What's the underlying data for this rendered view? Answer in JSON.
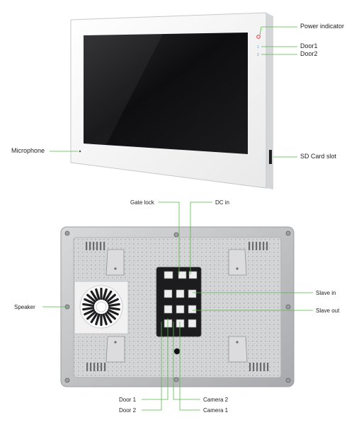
{
  "front_labels": {
    "power_indicator": "Power indicator",
    "door1": "Door1",
    "door2": "Door2",
    "microphone": "Microphone",
    "sd_card_slot": "SD Card slot"
  },
  "front_led_marks": {
    "door1": "1",
    "door2": "2"
  },
  "rear_labels": {
    "gate_lock": "Gate lock",
    "dc_in": "DC in",
    "speaker": "Speaker",
    "slave_in": "Slave in",
    "slave_out": "Slave out",
    "door_1": "Door 1",
    "door_2": "Door 2",
    "camera_2": "Camera 2",
    "camera_1": "Camera 1"
  },
  "colors": {
    "callout_line": "#57b947",
    "power_led": "#e2403a",
    "door_led": "#5aa0d8",
    "screen": "#141416",
    "bezel": "#fbfbfb",
    "back_panel": "#c9cacc"
  }
}
